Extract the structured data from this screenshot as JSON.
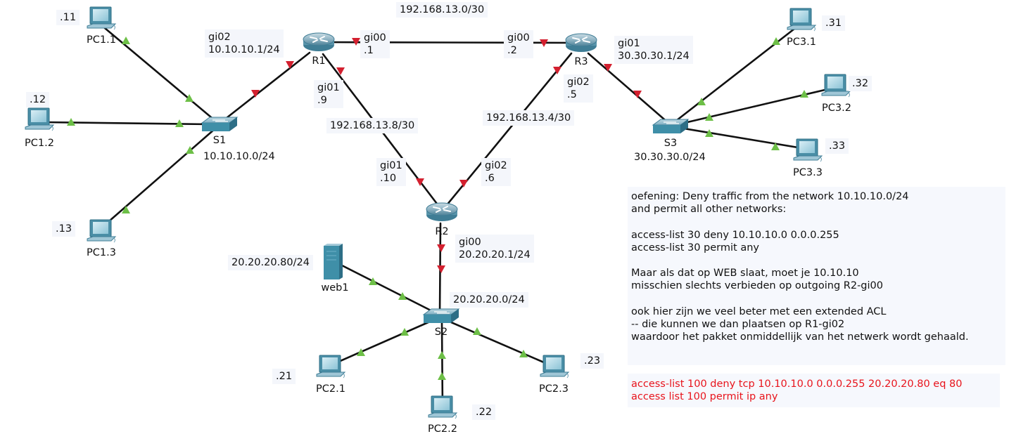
{
  "devices": {
    "routers": [
      {
        "id": "R1",
        "label": "R1"
      },
      {
        "id": "R2",
        "label": "R2"
      },
      {
        "id": "R3",
        "label": "R3"
      }
    ],
    "switches": [
      {
        "id": "S1",
        "label": "S1"
      },
      {
        "id": "S2",
        "label": "S2"
      },
      {
        "id": "S3",
        "label": "S3"
      }
    ],
    "pcs": [
      {
        "id": "PC1.1",
        "label": "PC1.1",
        "ip": ".11"
      },
      {
        "id": "PC1.2",
        "label": "PC1.2",
        "ip": ".12"
      },
      {
        "id": "PC1.3",
        "label": "PC1.3",
        "ip": ".13"
      },
      {
        "id": "PC2.1",
        "label": "PC2.1",
        "ip": ".21"
      },
      {
        "id": "PC2.2",
        "label": "PC2.2",
        "ip": ".22"
      },
      {
        "id": "PC2.3",
        "label": "PC2.3",
        "ip": ".23"
      },
      {
        "id": "PC3.1",
        "label": "PC3.1",
        "ip": ".31"
      },
      {
        "id": "PC3.2",
        "label": "PC3.2",
        "ip": ".32"
      },
      {
        "id": "PC3.3",
        "label": "PC3.3",
        "ip": ".33"
      }
    ],
    "server": {
      "label": "web1",
      "ip": "20.20.20.80/24"
    }
  },
  "networks": {
    "s1": "10.10.10.0/24",
    "s2": "20.20.20.0/24",
    "s3": "30.30.30.0/24",
    "r1_r3": "192.168.13.0/30",
    "r1_r2": "192.168.13.8/30",
    "r3_r2": "192.168.13.4/30"
  },
  "interfaces": {
    "r1_gi02": [
      "gi02",
      "10.10.10.1/24"
    ],
    "r1_gi00": [
      "gi00",
      ".1"
    ],
    "r1_gi01": [
      "gi01",
      ".9"
    ],
    "r3_gi00": [
      "gi00",
      ".2"
    ],
    "r3_gi01": [
      "gi01",
      "30.30.30.1/24"
    ],
    "r3_gi02": [
      "gi02",
      ".5"
    ],
    "r2_gi01": [
      "gi01",
      ".10"
    ],
    "r2_gi02": [
      "gi02",
      ".6"
    ],
    "r2_gi00": [
      "gi00",
      "20.20.20.1/24"
    ]
  },
  "note": {
    "lines": [
      "oefening: Deny traffic from the network 10.10.10.0/24",
      "and permit all other networks:",
      "",
      "access-list 30 deny 10.10.10.0 0.0.0.255",
      "access-list 30 permit any",
      "",
      "Maar als dat op WEB slaat, moet je 10.10.10",
      "misschien slechts verbieden op outgoing R2-gi00",
      "",
      "ook hier zijn we veel beter met een extended ACL",
      "-- die kunnen we dan plaatsen op R1-gi02",
      "waardoor het pakket onmiddellijk van het netwerk wordt gehaald."
    ],
    "red_lines": [
      "access-list 100 deny tcp 10.10.10.0 0.0.0.255 20.20.20.80 eq 80",
      "access list 100 permit ip any"
    ],
    "red_color": "#e8141c"
  },
  "colors": {
    "link": "#111111",
    "up_arrow": "#6dbf47",
    "down_arrow": "#d3202f",
    "device": "#3f8fa8"
  }
}
